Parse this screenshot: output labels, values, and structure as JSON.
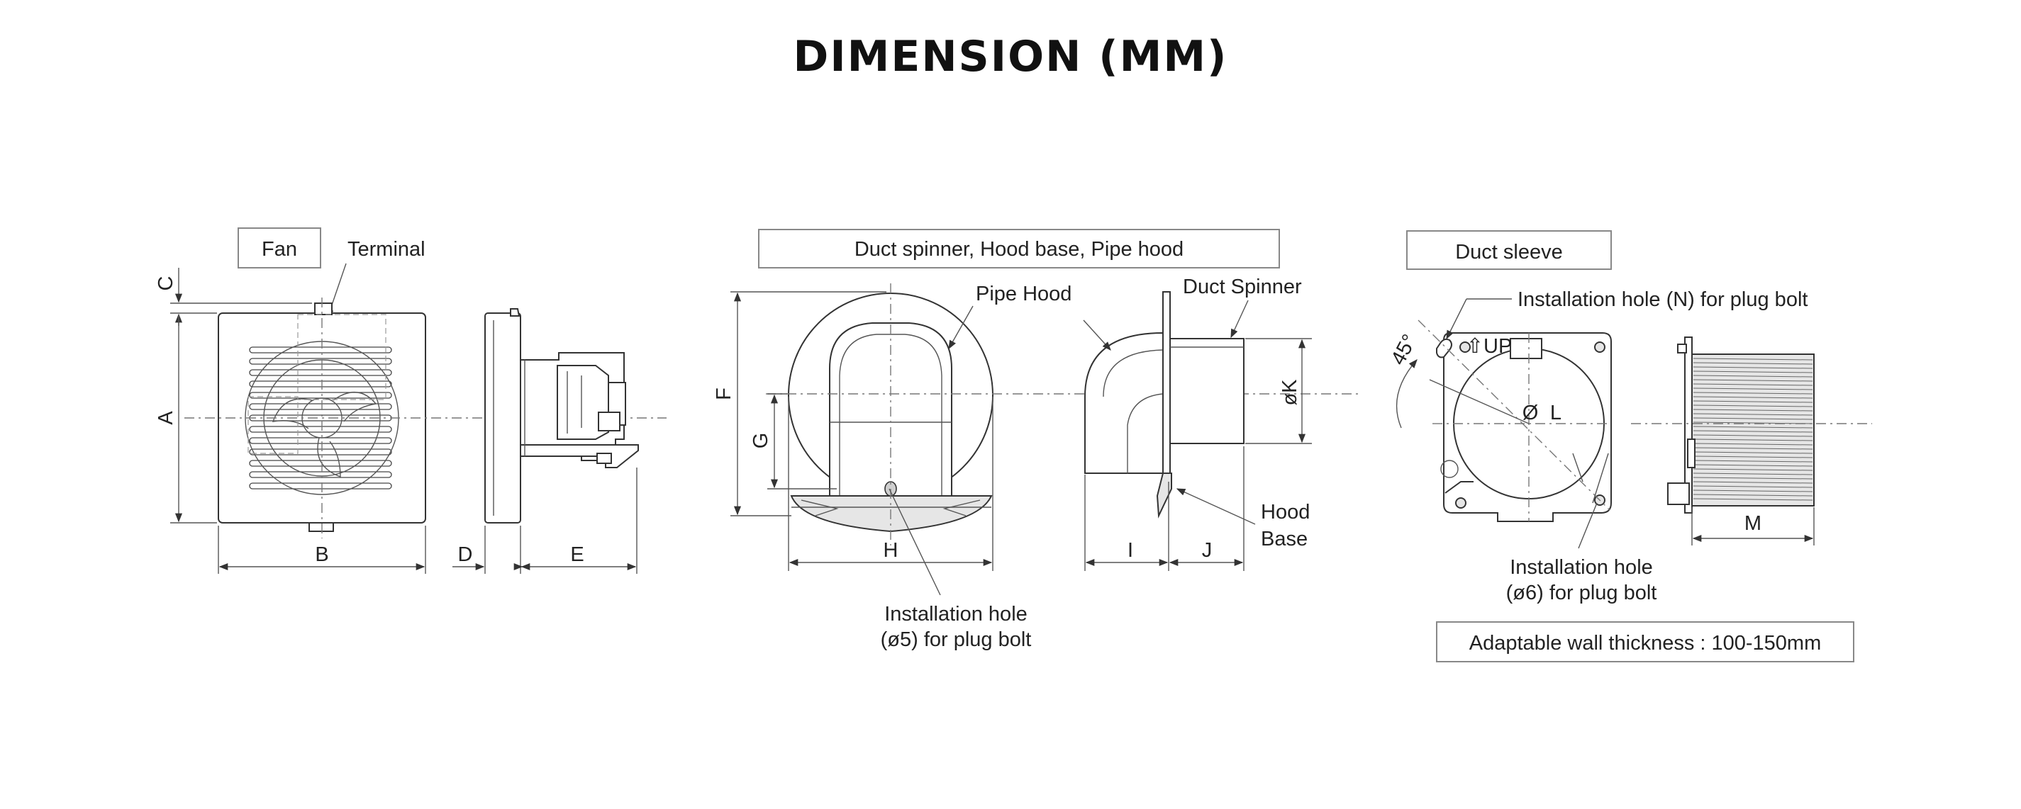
{
  "title": "DIMENSION (MM)",
  "fan": {
    "box_label": "Fan",
    "terminal_label": "Terminal",
    "dims": {
      "a": "A",
      "b": "B",
      "c": "C",
      "d": "D",
      "e": "E"
    }
  },
  "hood": {
    "box_label": "Duct spinner, Hood base, Pipe hood",
    "pipe_hood_label": "Pipe Hood",
    "duct_spinner_label": "Duct Spinner",
    "hood_base_line1": "Hood",
    "hood_base_line2": "Base",
    "install_line1": "Installation hole",
    "install_line2": "(ø5) for plug bolt",
    "dims": {
      "f": "F",
      "g": "G",
      "h": "H",
      "i": "I",
      "j": "J",
      "k": "øK"
    }
  },
  "sleeve": {
    "box_label": "Duct sleeve",
    "install_n_label": "Installation hole (N) for plug bolt",
    "angle_label": "45°",
    "up_label": "⇧UP",
    "dia_symbol": "Ø",
    "dia_letter": "L",
    "install6_line1": "Installation hole",
    "install6_line2": "(ø6) for plug bolt",
    "dims": {
      "m": "M"
    },
    "wall_label": "Adaptable wall thickness : 100-150mm"
  },
  "icons": [
    "fan-front-drawing",
    "fan-side-drawing",
    "pipe-hood-front-drawing",
    "pipe-hood-side-drawing",
    "duct-sleeve-front-drawing",
    "duct-sleeve-side-drawing"
  ]
}
